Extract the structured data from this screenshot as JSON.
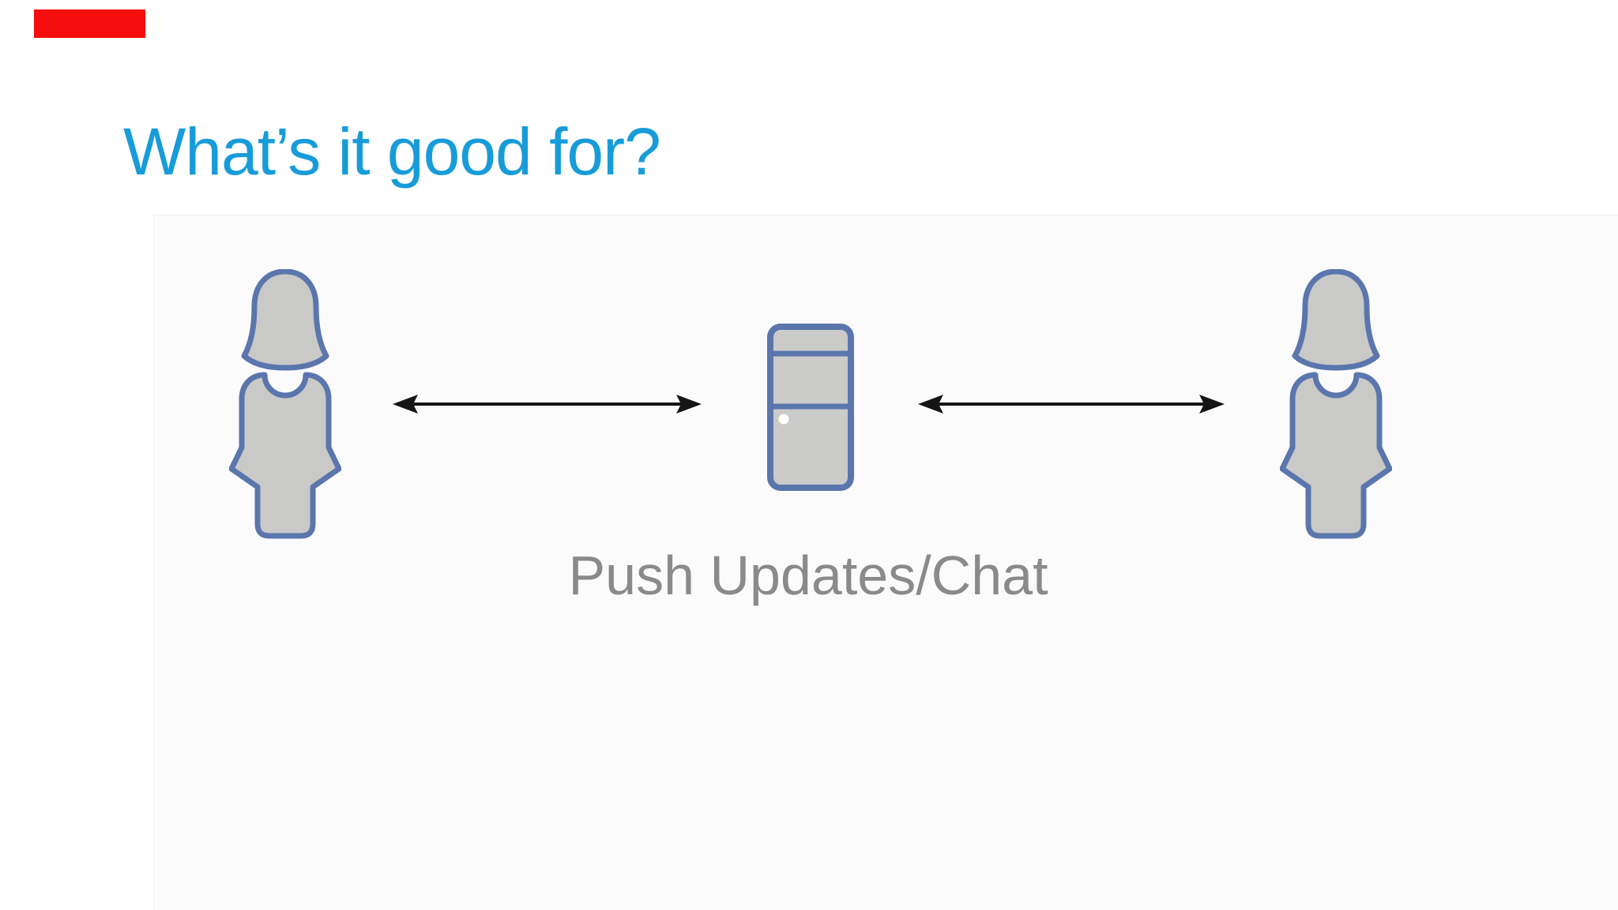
{
  "slide": {
    "title": "What’s it good for?",
    "title_color": "#189cd9",
    "background_color": "#ffffff",
    "diagram_background_color": "#fbfbfc",
    "red_marker_color": "#f60d0d"
  },
  "diagram": {
    "caption": "Push Updates/Chat",
    "caption_color": "#8a8a8d",
    "person_fill": "#c9c9c8",
    "person_stroke": "#5b76ad",
    "server_fill": "#cbcbca",
    "server_stroke": "#5b76ad",
    "server_led_color": "#ffffff",
    "arrow_color": "#151515",
    "nodes": [
      {
        "id": "client-left",
        "type": "person"
      },
      {
        "id": "server",
        "type": "server"
      },
      {
        "id": "client-right",
        "type": "person"
      }
    ],
    "edges": [
      {
        "from": "client-left",
        "to": "server",
        "direction": "both"
      },
      {
        "from": "server",
        "to": "client-right",
        "direction": "both"
      }
    ]
  }
}
